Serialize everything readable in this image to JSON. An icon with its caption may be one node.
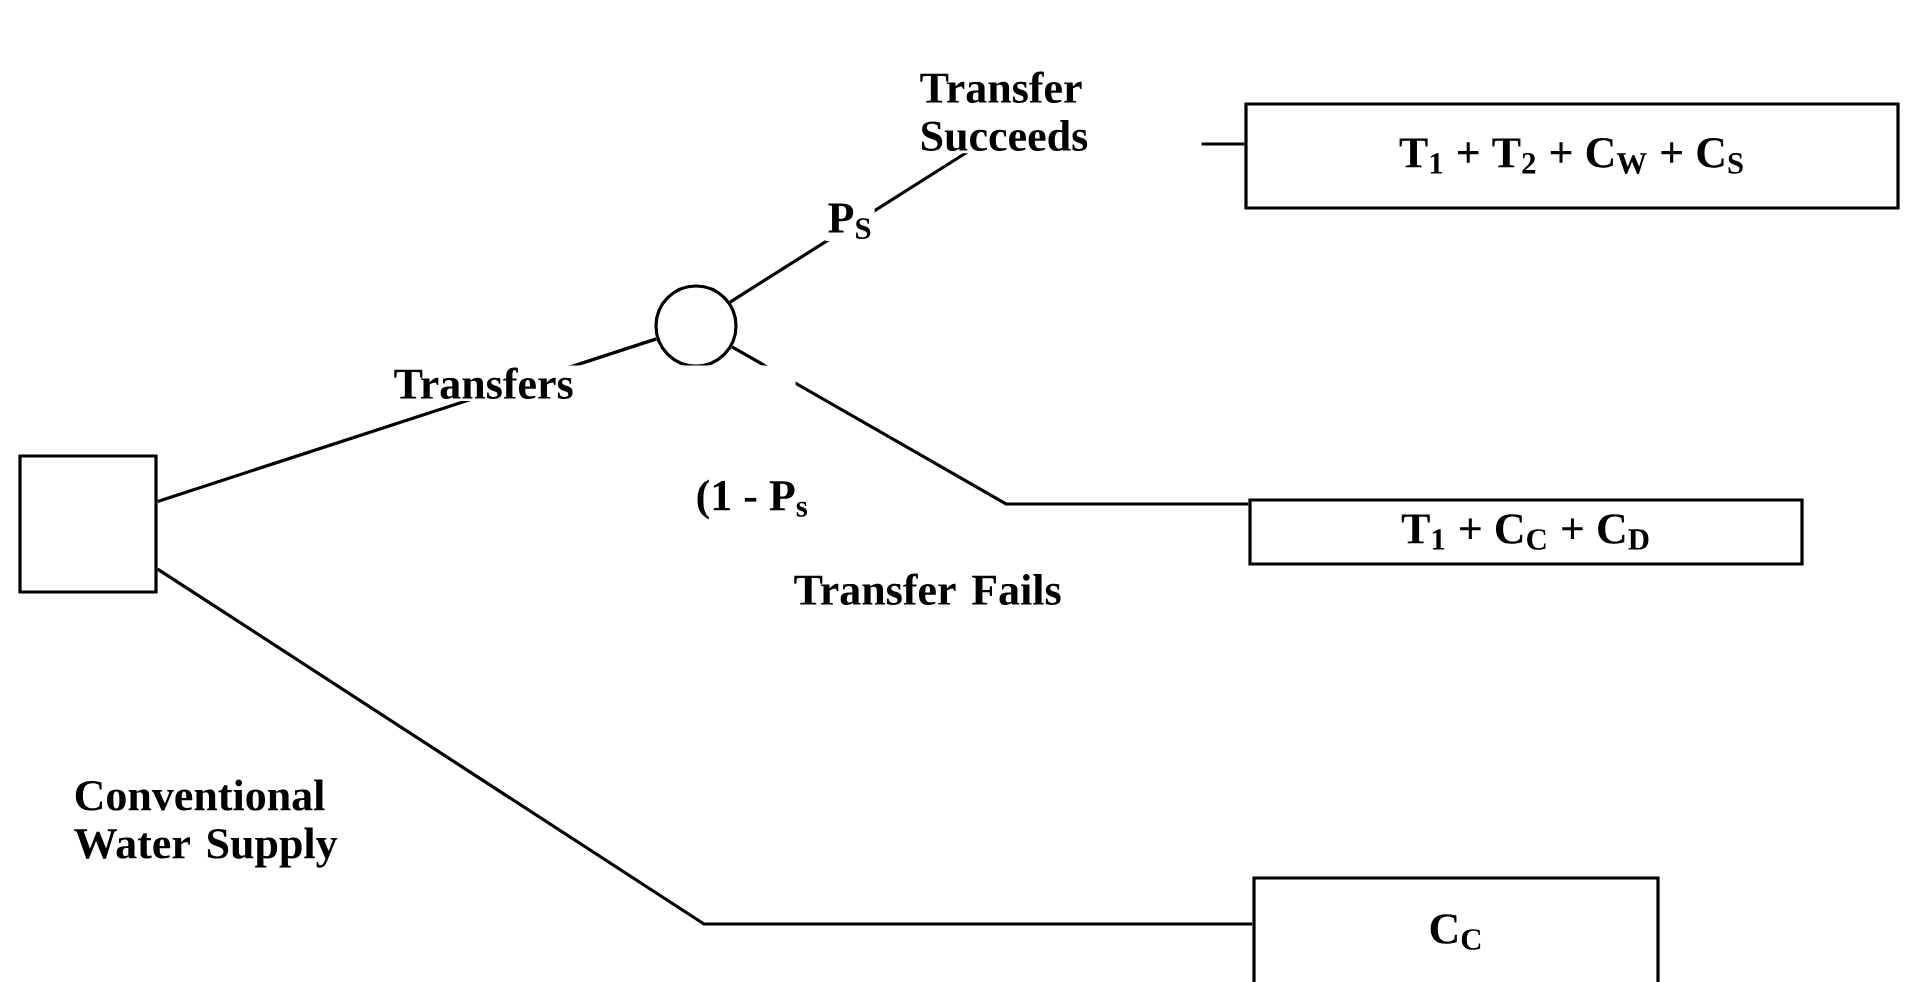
{
  "diagram": {
    "nodes": [
      {
        "text": [],
        "shape": "box"
      },
      {
        "text": [],
        "shape": "circle"
      },
      {
        "text": [
          "T$_{1}$ + T$_{2}$ + C$_{W}$ + C$_{S}$"
        ]
      },
      {
        "text": [
          "T$_{1}$ + C$_{C}$ + C$_{D}$"
        ]
      },
      {
        "text": [
          "C$_{C}$"
        ]
      }
    ],
    "edges": [
      {
        "from": 0,
        "to": 1,
        "arrow": "none",
        "label": "Transfers"
      },
      {
        "from": 1,
        "to": 2,
        "arrow": "none",
        "label": "Transfer Succeeds"
      },
      {
        "from": 1,
        "to": 3,
        "arrow": "none",
        "label": "Transfer Fails"
      },
      {
        "from": 0,
        "to": 4,
        "arrow": "none",
        "label": "Conventional Water Supply"
      }
    ],
    "labels": [
      "P$_{S}$",
      "(1 - P$_{s}$"
    ]
  }
}
